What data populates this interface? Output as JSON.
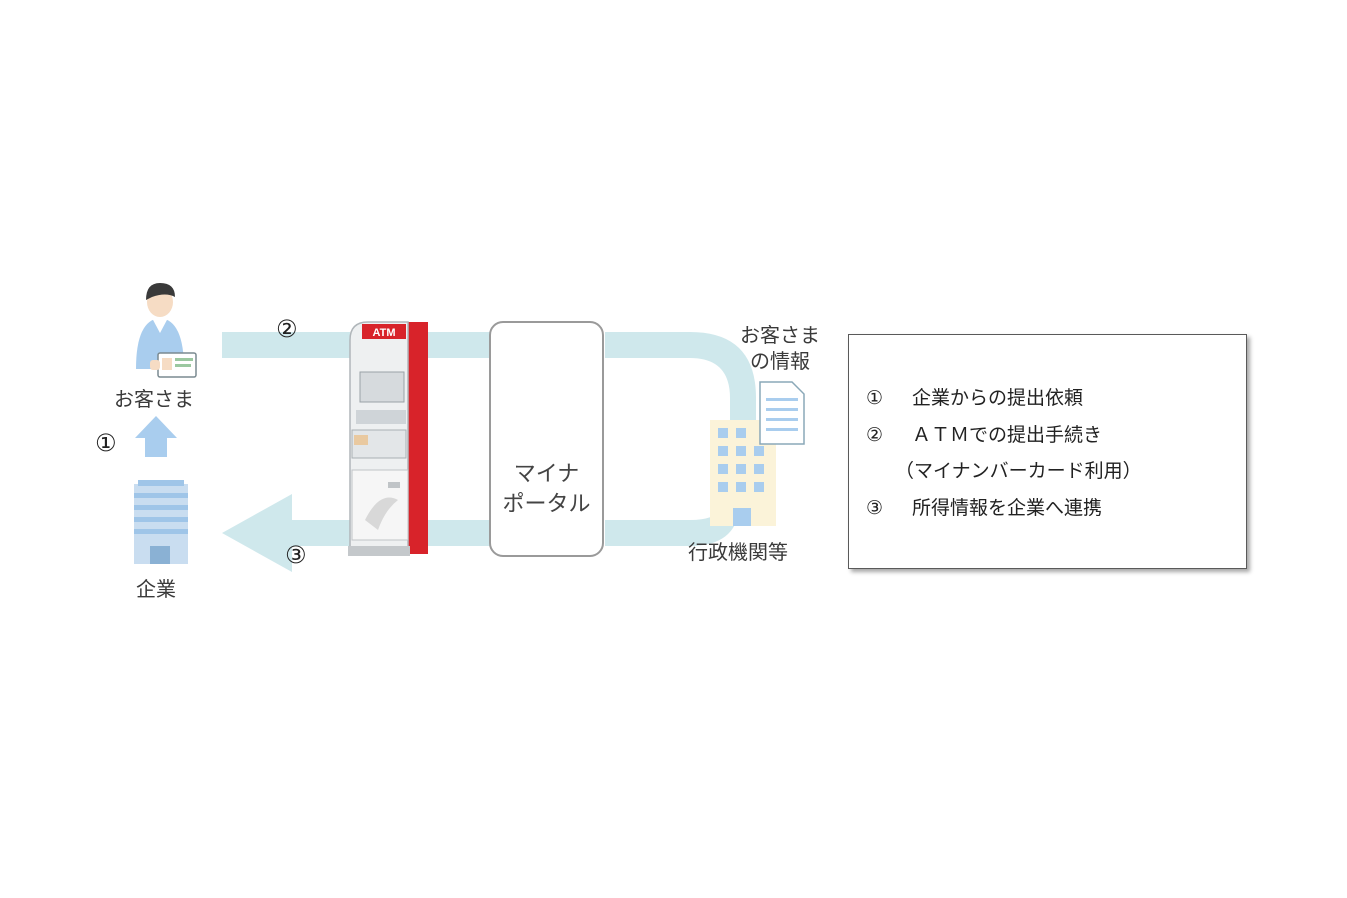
{
  "nodes": {
    "customer": "お客さま",
    "company": "企業",
    "government": "行政機関等",
    "customer_info_line1": "お客さま",
    "customer_info_line2": "の情報",
    "portal_line1": "マイナ",
    "portal_line2": "ポータル",
    "atm_sign": "ATM"
  },
  "steps": {
    "step1": "①",
    "step2": "②",
    "step3": "③"
  },
  "legend": {
    "item1_mark": "①",
    "item1_text": "企業からの提出依頼",
    "item2_mark": "②",
    "item2_text": "ＡＴＭでの提出手続き",
    "item2_sub": "（マイナンバーカード利用）",
    "item3_mark": "③",
    "item3_text": "所得情報を企業へ連携"
  },
  "colors": {
    "arrow": "#cfe8ec",
    "arrow_up": "#a9cdee",
    "atm_red": "#d8232a",
    "building": "#9fc5e8"
  }
}
